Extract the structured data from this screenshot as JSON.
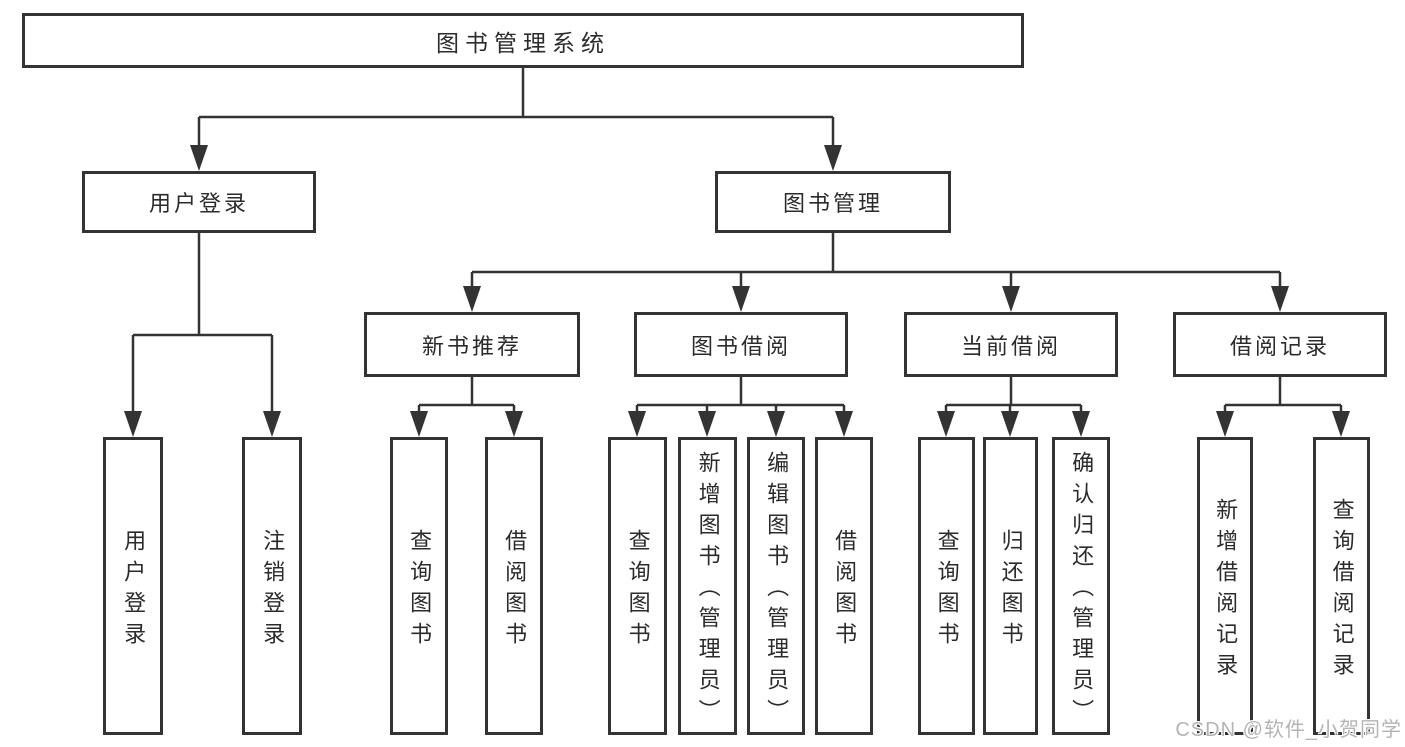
{
  "nodes": {
    "root": "图书管理系统",
    "user_login": "用户登录",
    "book_mgmt": "图书管理",
    "new_book_rec": "新书推荐",
    "book_borrow": "图书借阅",
    "current_borrow": "当前借阅",
    "borrow_record": "借阅记录",
    "user_login_children": [
      "用户登录",
      "注销登录"
    ],
    "new_book_rec_children": [
      "查询图书",
      "借阅图书"
    ],
    "book_borrow_children": [
      "查询图书",
      "新增图书（管理员）",
      "编辑图书（管理员）",
      "借阅图书"
    ],
    "current_borrow_children": [
      "查询图书",
      "归还图书",
      "确认归还（管理员）"
    ],
    "borrow_record_children": [
      "新增借阅记录",
      "查询借阅记录"
    ]
  },
  "watermark": {
    "text": "CSDN @软件_小贺同学"
  },
  "colors": {
    "line": "#333333",
    "text": "#2b2b2b",
    "box_fill": "#ffffff",
    "watermark": "#b4b4b4",
    "background": "#ffffff"
  }
}
